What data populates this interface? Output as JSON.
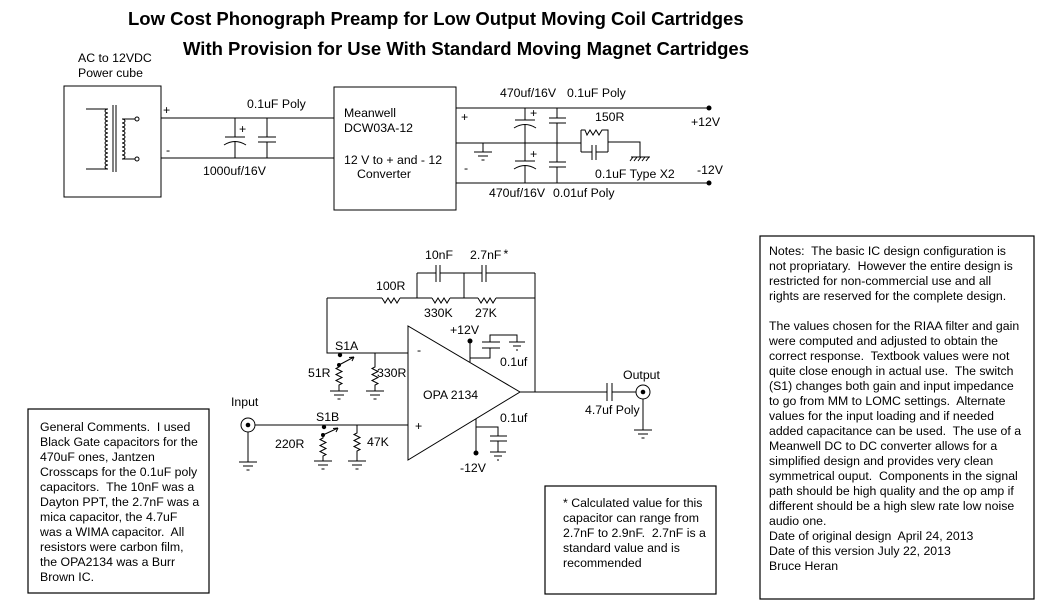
{
  "title": {
    "line1": "Low Cost Phonograph Preamp for Low Output Moving Coil Cartridges",
    "line2": "With Provision for Use With Standard Moving Magnet Cartridges"
  },
  "power_supply": {
    "cube": {
      "line1": "AC to 12VDC",
      "line2": "Power cube"
    },
    "input_plus": "+",
    "input_minus": "-",
    "c_bulk": {
      "value": "1000uf/16V",
      "polarity": "+"
    },
    "c_input_poly": "0.1uF Poly",
    "converter": {
      "line1": "Meanwell",
      "line2": "DCW03A-12",
      "line3": "12 V to + and - 12",
      "line4": "Converter"
    },
    "output_plus": "+",
    "output_minus": "-",
    "c_pos_elec": {
      "value": "470uf/16V",
      "polarity": "+"
    },
    "c_pos_poly": "0.1uF Poly",
    "c_neg_elec": {
      "value": "470uf/16V",
      "polarity": "+"
    },
    "c_neg_poly": "0.01uf Poly",
    "r_ground": "150R",
    "c_ground": "0.1uF Type X2",
    "rail_pos": "+12V",
    "rail_neg": "-12V"
  },
  "preamp": {
    "c_feedback_1": "10nF",
    "c_feedback_2": {
      "value": "2.7nF",
      "mark": "*"
    },
    "r_feedback_series": "100R",
    "r_feedback_1": "330K",
    "r_feedback_2": "27K",
    "switch_a": "S1A",
    "switch_b": "S1B",
    "r_s1a": "51R",
    "r_inv_ground": "330R",
    "r_s1b": "220R",
    "r_input_load": "47K",
    "opamp": {
      "name": "OPA 2134",
      "inv": "-",
      "noninv": "+"
    },
    "supply_pos": "+12V",
    "supply_neg": "-12V",
    "c_bypass_pos": "0.1uf",
    "c_bypass_neg": "0.1uf",
    "input_label": "Input",
    "output_label": "Output",
    "c_output": "4.7uf Poly"
  },
  "notes": {
    "general_comments": [
      "General Comments.  I used",
      "Black Gate capacitors for the",
      "470uF ones, Jantzen",
      "Crosscaps for the 0.1uF poly",
      "capacitors.  The 10nF was a",
      "Dayton PPT, the 2.7nF was a",
      "mica capacitor, the 4.7uF",
      "was a WIMA capacitor.  All",
      "resistors were carbon film,",
      "the OPA2134 was a Burr",
      "Brown IC."
    ],
    "asterisk_note": [
      "* Calculated value for this",
      "capacitor can range from",
      "2.7nF to 2.9nF.  2.7nF is a",
      "standard value and is",
      "recommended"
    ],
    "main_notes": [
      "Notes:  The basic IC design configuration is",
      "not propriatary.  However the entire design is",
      "restricted for non-commercial use and all",
      "rights are reserved for the complete design.",
      "",
      "The values chosen for the RIAA filter and gain",
      "were computed and adjusted to obtain the",
      "correct response.  Textbook values were not",
      "quite close enough in actual use.  The switch",
      "(S1) changes both gain and input impedance",
      "to go from MM to LOMC settings.  Alternate",
      "values for the input loading and if needed",
      "added capacitance can be used.  The use of a",
      "Meanwell DC to DC converter allows for a",
      "simplified design and provides very clean",
      "symmetrical ouput.  Components in the signal",
      "path should be high quality and the op amp if",
      "different should be a high slew rate low noise",
      "audio one.",
      "Date of original design  April 24, 2013",
      "Date of this version July 22, 2013",
      "Bruce Heran"
    ]
  }
}
